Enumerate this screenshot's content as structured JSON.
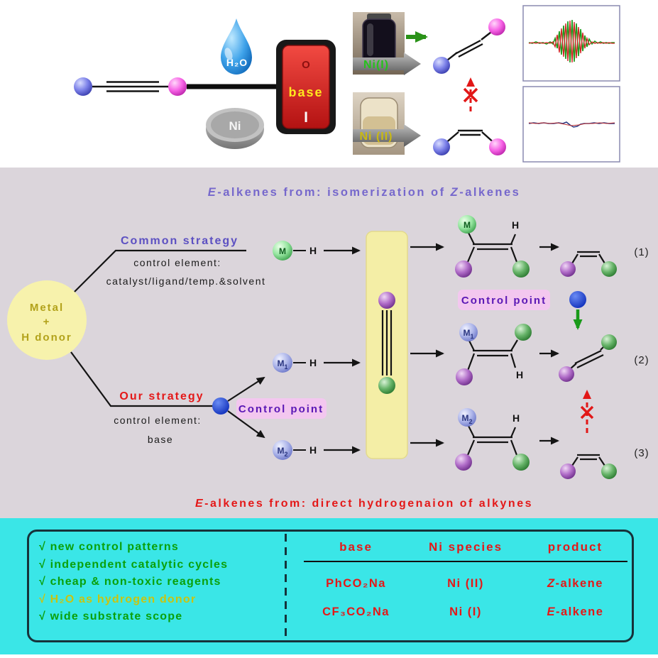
{
  "top": {
    "water_label": "H₂O",
    "disk_label": "Ni",
    "switch": {
      "off": "O",
      "label": "base",
      "on": "I"
    },
    "vial_top_label": "Ni(I)",
    "vial_bottom_label": "Ni (II)"
  },
  "scheme": {
    "top_title": {
      "e": "E",
      "mid": "-alkenes from: isomerization of ",
      "z": "Z",
      "tail": "-alkenes"
    },
    "bottom_title": {
      "e": "E",
      "rest": "-alkenes from: direct hydrogenaion of alkynes"
    },
    "metal_circle": {
      "line1": "Metal",
      "line2": "+",
      "line3": "H donor"
    },
    "common_strategy": {
      "title": "Common strategy",
      "sub1": "control element:",
      "sub2": "catalyst/ligand/temp.&solvent"
    },
    "our_strategy": {
      "title": "Our strategy",
      "sub1": "control element:",
      "sub2": "base"
    },
    "control_point_1": "Control point",
    "control_point_2": "Control point",
    "labels": {
      "m": "M",
      "m1_base": "M",
      "m1_sub": "1",
      "m2_base": "M",
      "m2_sub": "2",
      "h": "H"
    },
    "eq1": "(1)",
    "eq2": "(2)",
    "eq3": "(3)"
  },
  "summary": {
    "checklist": [
      {
        "text": "√ new control patterns"
      },
      {
        "text": "√ independent catalytic cycles"
      },
      {
        "text": "√ cheap & non-toxic reagents"
      },
      {
        "text": "√ H₂O as hydrogen donor"
      },
      {
        "text": "√ wide substrate scope"
      }
    ],
    "table": {
      "headers": [
        "base",
        "Ni species",
        "product"
      ],
      "rows": [
        {
          "base": "PhCO₂Na",
          "species": "Ni (II)",
          "product_prefix": "Z",
          "product_rest": "-alkene"
        },
        {
          "base": "CF₃CO₂Na",
          "species": "Ni (I)",
          "product_prefix": "E",
          "product_rest": "-alkene"
        }
      ]
    }
  },
  "colors": {
    "accent_cyan": "#3ae6e7",
    "mid_background": "#dbd5db",
    "red": "#e41818",
    "green": "#0aa00a",
    "purple": "#7668cc",
    "pink_highlight": "#f3c7ef"
  }
}
